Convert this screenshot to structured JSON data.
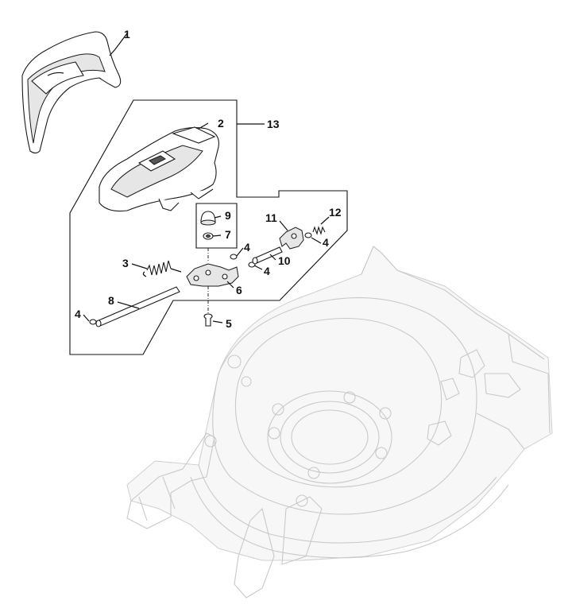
{
  "parts": [
    {
      "id": "1",
      "label": "1",
      "name": "upper handle cover"
    },
    {
      "id": "2",
      "label": "2",
      "name": "control housing"
    },
    {
      "id": "3",
      "label": "3",
      "name": "spring"
    },
    {
      "id": "4a",
      "label": "4",
      "name": "clip"
    },
    {
      "id": "4b",
      "label": "4",
      "name": "clip"
    },
    {
      "id": "4c",
      "label": "4",
      "name": "clip"
    },
    {
      "id": "4d",
      "label": "4",
      "name": "clip"
    },
    {
      "id": "5",
      "label": "5",
      "name": "screw"
    },
    {
      "id": "6",
      "label": "6",
      "name": "bracket"
    },
    {
      "id": "7",
      "label": "7",
      "name": "washer"
    },
    {
      "id": "8",
      "label": "8",
      "name": "rod"
    },
    {
      "id": "9",
      "label": "9",
      "name": "knob cap"
    },
    {
      "id": "10",
      "label": "10",
      "name": "pin"
    },
    {
      "id": "11",
      "label": "11",
      "name": "lever"
    },
    {
      "id": "12",
      "label": "12",
      "name": "small spring"
    },
    {
      "id": "13",
      "label": "13",
      "name": "assembly group"
    }
  ]
}
